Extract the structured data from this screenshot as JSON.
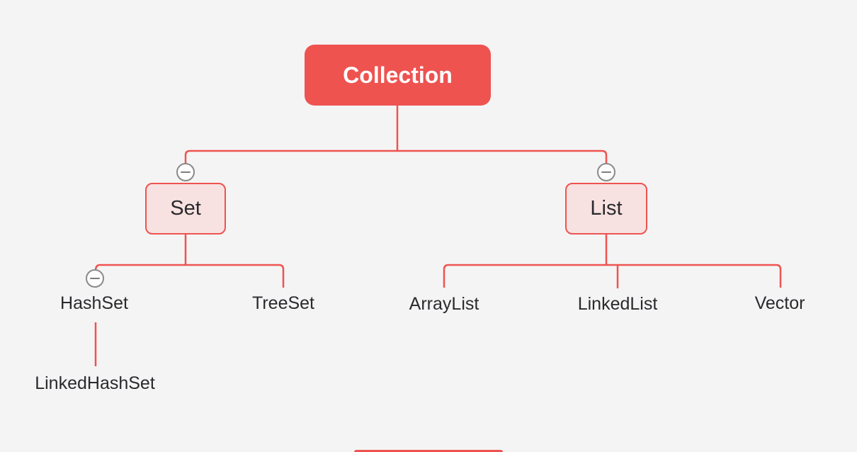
{
  "canvas": {
    "background": "#f5f4f4"
  },
  "colors": {
    "accent_red": "#ee5350",
    "branch_fill_pink": "#f8e2e1",
    "root_text": "#ffffff",
    "label_text": "#2a2a2e",
    "collapse_icon_gray": "#8a8a8a"
  },
  "icons": {
    "collapse_icon_name": "minus-circle-icon"
  },
  "tree": {
    "root": {
      "label": "Collection",
      "children": [
        {
          "label": "Set",
          "has_collapse_icon": true,
          "children": [
            {
              "label": "HashSet",
              "has_collapse_icon": true,
              "children": [
                {
                  "label": "LinkedHashSet",
                  "children": []
                }
              ]
            },
            {
              "label": "TreeSet",
              "children": []
            }
          ]
        },
        {
          "label": "List",
          "has_collapse_icon": true,
          "children": [
            {
              "label": "ArrayList",
              "children": []
            },
            {
              "label": "LinkedList",
              "children": []
            },
            {
              "label": "Vector",
              "children": []
            }
          ]
        }
      ]
    }
  }
}
